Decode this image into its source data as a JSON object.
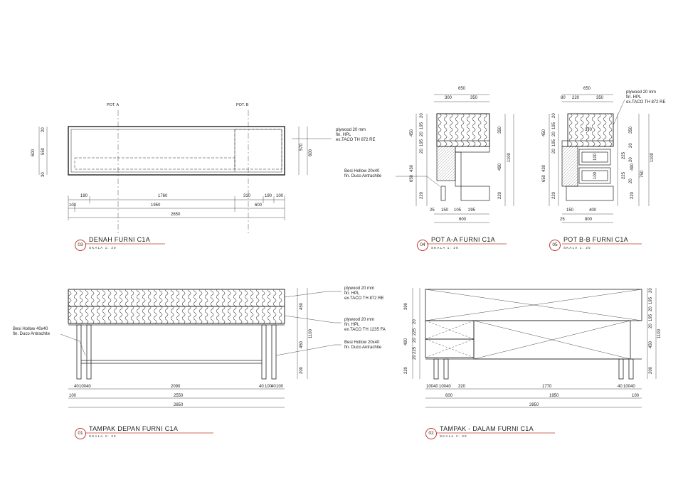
{
  "drawings": [
    {
      "id": "03",
      "title": "DENAH FURNI C1A",
      "scale": "SKALA 1: 20"
    },
    {
      "id": "04",
      "title": "POT A-A FURNI C1A",
      "scale": "SKALA 1: 20"
    },
    {
      "id": "05",
      "title": "POT B-B FURNI C1A",
      "scale": "SKALA 1: 20"
    },
    {
      "id": "01",
      "title": "TAMPAK DEPAN FURNI C1A",
      "scale": "SKALA 1: 20"
    },
    {
      "id": "02",
      "title": "TAMPAK - DALAM FURNI C1A",
      "scale": "SKALA 1: 20"
    }
  ],
  "notes": {
    "plywood_872_l1": "plywood 20 mm",
    "plywood_872_l2": "fin. HPL",
    "plywood_872_l3": "ex.TACO TH 872 RE",
    "plywood_1235_l3": "ex.TACO TH 1235 FA",
    "hollow_20x40_l1": "Besi Hollow 20x40",
    "hollow_20x40_l2": "fin. Duco Antrachite",
    "hollow_40x40_l1": "Besi Hollow 40x40",
    "hollow_40x40_l2": "fin. Duco Antrachite"
  },
  "section_marks": {
    "pot_a": "POT. A",
    "pot_b": "POT. B"
  },
  "plan_dims": {
    "h_600": "600",
    "h_550": "550",
    "h_20a": "20",
    "h_30": "30",
    "h_570": "570",
    "h_600r": "600",
    "r1": [
      "190",
      "1760",
      "310",
      "190",
      "100"
    ],
    "r2": [
      "100",
      "1950",
      "600"
    ],
    "r3": "2650"
  },
  "pot_a_dims": {
    "top": "650",
    "top2": [
      "300",
      "350"
    ],
    "left": [
      "20",
      "195",
      "20",
      "195",
      "20",
      "450",
      "430",
      "650",
      "220"
    ],
    "right": [
      "350",
      "490",
      "220",
      "1100"
    ],
    "bottom1": [
      "150",
      "105",
      "295"
    ],
    "bottom2": "600",
    "b_side": "25"
  },
  "pot_b_dims": {
    "top": "650",
    "top2": [
      "80",
      "220",
      "350"
    ],
    "left": [
      "20",
      "195",
      "20",
      "195",
      "20",
      "450",
      "430",
      "650",
      "220"
    ],
    "right": [
      "350",
      "20",
      "225",
      "20",
      "225",
      "20",
      "490",
      "750",
      "220",
      "1100"
    ],
    "inner": [
      "100",
      "100",
      "370"
    ],
    "bottom1": [
      "150",
      "400"
    ],
    "bottom2": "800",
    "b_side": "25"
  },
  "front_dims": {
    "right": [
      "450",
      "450",
      "200",
      "1100"
    ],
    "b1": [
      "40",
      "100",
      "40",
      "2090",
      "40",
      "100",
      "40",
      "100"
    ],
    "b2": [
      "100",
      "2550"
    ],
    "b3": "2850"
  },
  "inner_dims": {
    "left": [
      "390",
      "20",
      "225",
      "20",
      "225",
      "20",
      "490",
      "220"
    ],
    "right": [
      "20",
      "195",
      "20",
      "195",
      "20",
      "450",
      "200",
      "1100"
    ],
    "b1": [
      "100",
      "40",
      "100",
      "40",
      "320",
      "1770",
      "40",
      "100",
      "40"
    ],
    "b2": [
      "600",
      "1950",
      "100"
    ],
    "b3": "2850"
  },
  "colors": {
    "accent": "#c0392b",
    "line": "#222222",
    "hatch": "#555555"
  }
}
